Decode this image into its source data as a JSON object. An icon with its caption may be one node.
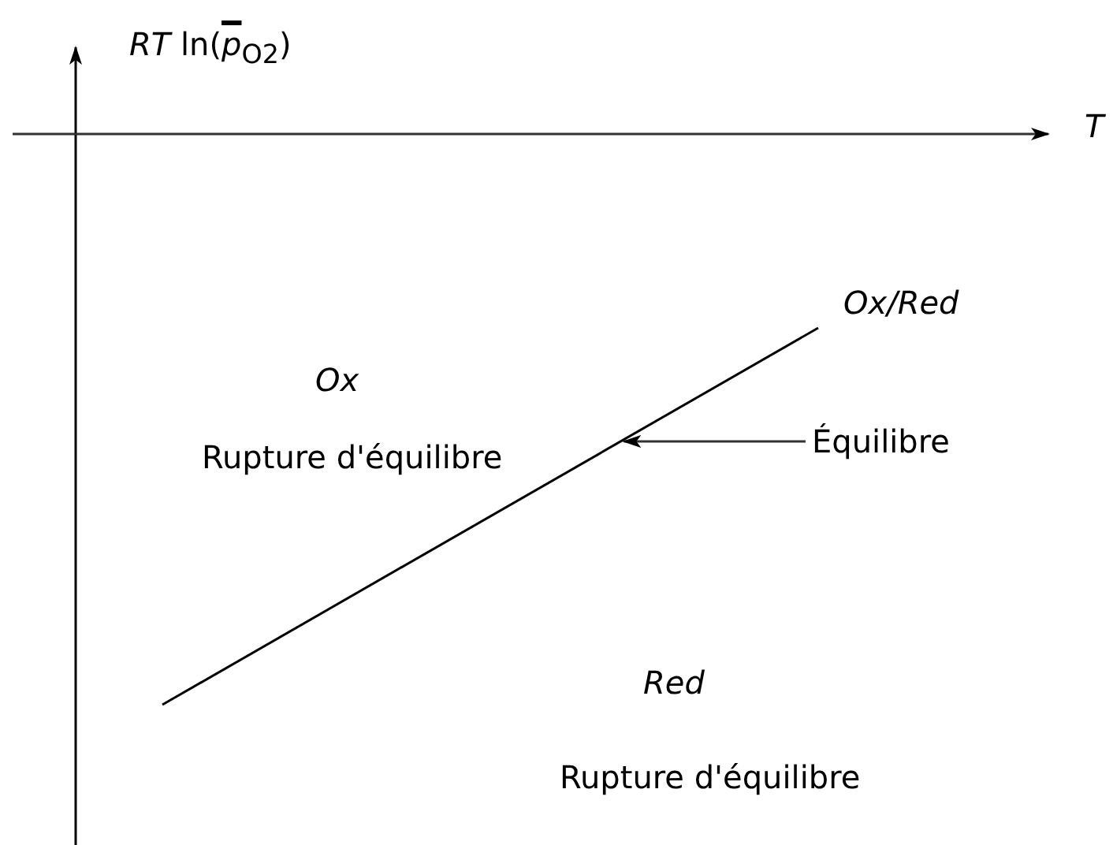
{
  "diagram": {
    "nodes": [
      {
        "text": [],
        "shape": "line",
        "beside": [
          "Ox/Red"
        ]
      },
      {
        "text": [
          "Équilibre"
        ]
      }
    ],
    "edges": [
      {
        "from": 1,
        "to": 0,
        "arrow": "to"
      }
    ],
    "labels": [
      "*RT* ln(*p*$_{O2}$)",
      "T",
      "Ox",
      "Rupture d'équilibre",
      "Red",
      "Rupture d'équilibre"
    ]
  }
}
